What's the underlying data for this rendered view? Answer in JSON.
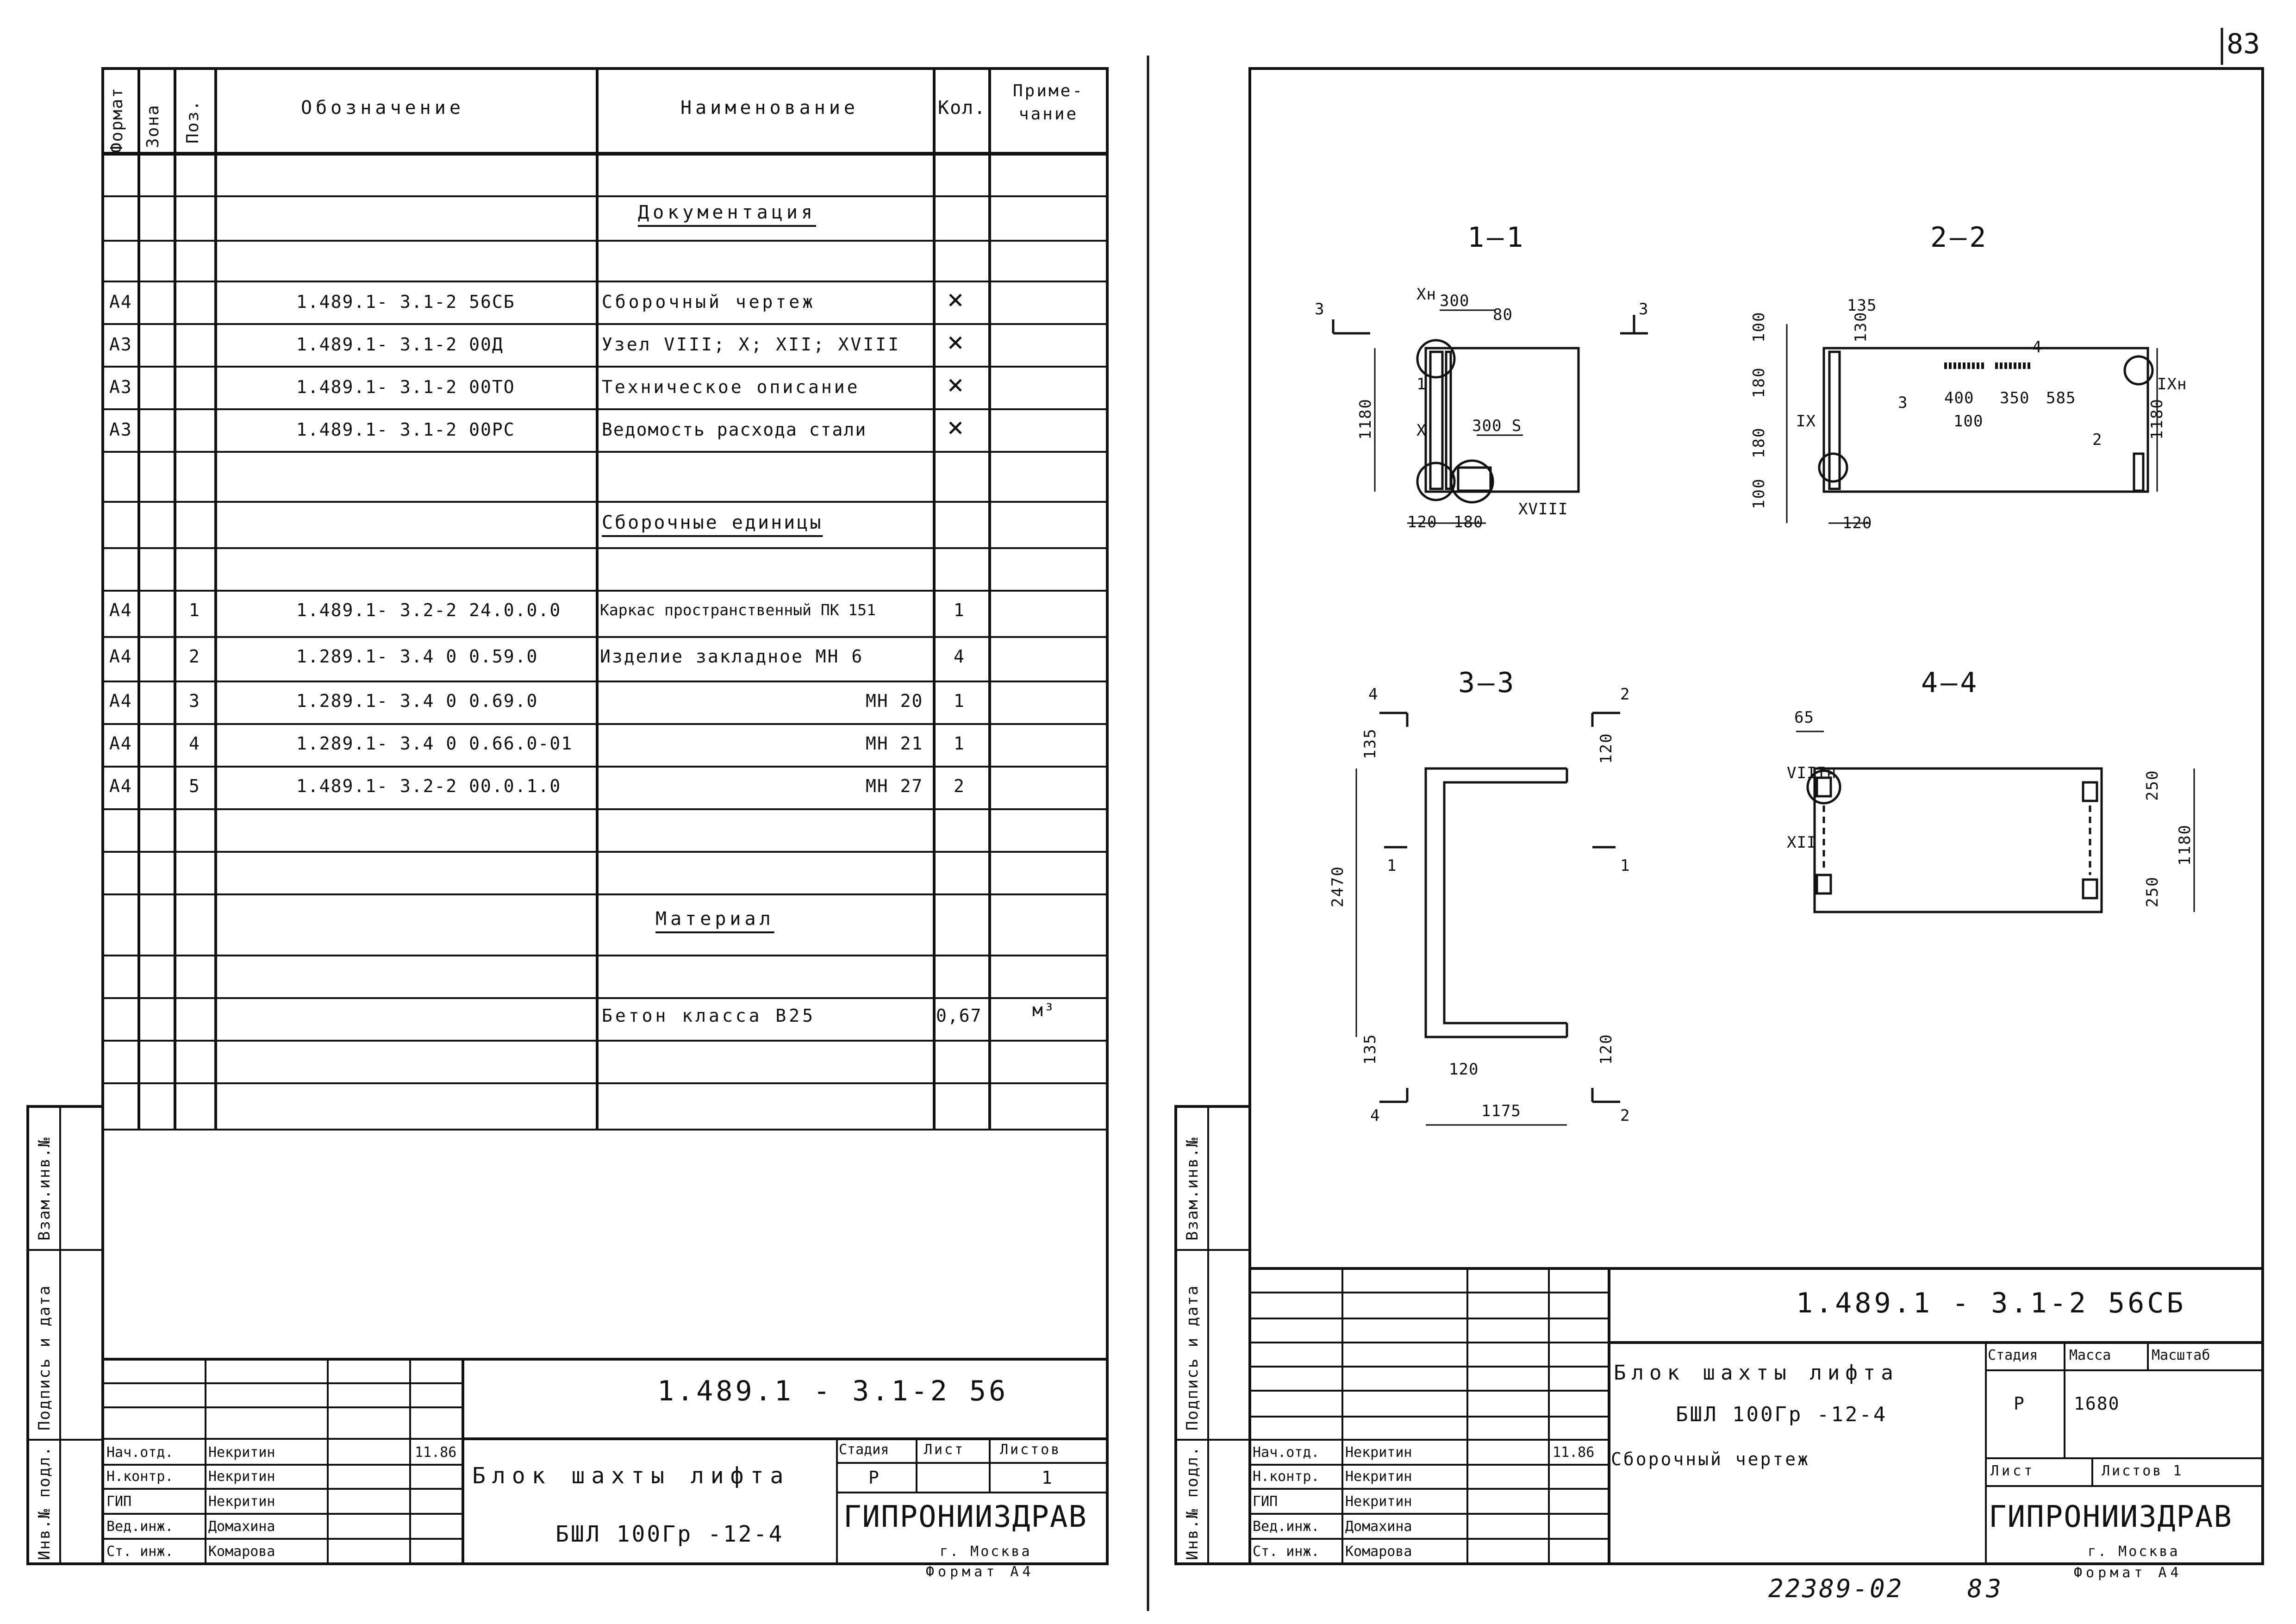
{
  "page_number": "83",
  "left_sheet": {
    "header": {
      "format": "Формат",
      "zone": "Зона",
      "pos": "Поз.",
      "designation": "Обозначение",
      "name": "Наименование",
      "qty": "Кол.",
      "note": "Приме-чание"
    },
    "sections": {
      "documentation": "Документация",
      "assembly_units": "Сборочные единицы",
      "material": "Материал"
    },
    "doc_rows": [
      {
        "format": "А4",
        "designation": "1.489.1- 3.1-2 56СБ",
        "name": "Сборочный чертеж",
        "mark": "×"
      },
      {
        "format": "А3",
        "designation": "1.489.1- 3.1-2 00Д",
        "name": "Узел VIII; X; XII; XVIII",
        "mark": "×"
      },
      {
        "format": "А3",
        "designation": "1.489.1- 3.1-2 00ТО",
        "name": "Техническое описание",
        "mark": "×"
      },
      {
        "format": "А3",
        "designation": "1.489.1- 3.1-2 00РС",
        "name": "Ведомость расхода стали",
        "mark": "×"
      }
    ],
    "unit_rows": [
      {
        "format": "А4",
        "pos": "1",
        "designation": "1.489.1- 3.2-2 24.0.0.0",
        "name": "Каркас пространственный ПК 151",
        "qty": "1"
      },
      {
        "format": "А4",
        "pos": "2",
        "designation": "1.289.1- 3.4 0 0.59.0",
        "name": "Изделие закладное  МН 6",
        "qty": "4"
      },
      {
        "format": "А4",
        "pos": "3",
        "designation": "1.289.1- 3.4 0 0.69.0",
        "name": "МН 20",
        "qty": "1"
      },
      {
        "format": "А4",
        "pos": "4",
        "designation": "1.289.1- 3.4 0 0.66.0-01",
        "name": "МН 21",
        "qty": "1"
      },
      {
        "format": "А4",
        "pos": "5",
        "designation": "1.489.1- 3.2-2 00.0.1.0",
        "name": "МН 27",
        "qty": "2"
      }
    ],
    "material_row": {
      "name": "Бетон   класса В25",
      "qty": "0,67",
      "note": "м³"
    },
    "side_labels": {
      "vzam": "Взам.инв.№",
      "podpis": "Подпись и дата",
      "inv": "Инв.№ подл."
    },
    "title_block": {
      "code": "1.489.1 - 3.1-2  56",
      "title1": "Блок  шахты  лифта",
      "title2": "БШЛ 100Гр -12-4",
      "stage_h": "Стадия",
      "sheet_h": "Лист",
      "sheets_h": "Листов",
      "stage": "Р",
      "sheet": "1",
      "org": "ГИПРОНИИЗДРАВ",
      "city": "г. Москва",
      "format": "Формат А4",
      "date": "11.86",
      "people": [
        {
          "role": "Нач.отд.",
          "name": "Некритин"
        },
        {
          "role": "Н.контр.",
          "name": "Некритин"
        },
        {
          "role": "ГИП",
          "name": "Некритин"
        },
        {
          "role": "Вед.инж.",
          "name": "Домахина"
        },
        {
          "role": "Ст. инж.",
          "name": "Комарова"
        }
      ]
    }
  },
  "right_sheet": {
    "sections": {
      "s11": "1—1",
      "s22": "2—2",
      "s33": "3—3",
      "s44": "4—4"
    },
    "dims": {
      "d300": "300",
      "d80": "80",
      "d1180": "1180",
      "d120": "120",
      "d180": "180",
      "d130": "130",
      "d100": "100",
      "d135": "135",
      "d400": "400",
      "d350": "350",
      "d585": "585",
      "d2470": "2470",
      "d1175": "1175",
      "d65": "65",
      "d250": "250",
      "d300s": "300 S"
    },
    "marks": {
      "m1": "1",
      "m2": "2",
      "m3": "3",
      "m4": "4",
      "mX": "X",
      "mXn": "Xн",
      "mXVIII": "XVIII",
      "mIX": "IX",
      "mIXn": "IXн",
      "mVIIIn": "VIIIн",
      "mXII": "XII"
    },
    "side_labels": {
      "vzam": "Взам.инв.№",
      "podpis": "Подпись и дата",
      "inv": "Инв.№ подл."
    },
    "title_block": {
      "code": "1.489.1 - 3.1-2  56СБ",
      "title1": "Блок  шахты  лифта",
      "title2": "БШЛ 100Гр -12-4",
      "title3": "Сборочный     чертеж",
      "stage_h": "Стадия",
      "mass_h": "Масса",
      "scale_h": "Масштаб",
      "stage": "Р",
      "mass": "1680",
      "sheet_h": "Лист",
      "sheets_h": "Листов 1",
      "org": "ГИПРОНИИЗДРАВ",
      "city": "г. Москва",
      "format": "Формат А4",
      "date": "11.86",
      "people": [
        {
          "role": "Нач.отд.",
          "name": "Некритин"
        },
        {
          "role": "Н.контр.",
          "name": "Некритин"
        },
        {
          "role": "ГИП",
          "name": "Некритин"
        },
        {
          "role": "Вед.инж.",
          "name": "Домахина"
        },
        {
          "role": "Ст. инж.",
          "name": "Комарова"
        }
      ]
    },
    "bottom_note": "22389-02",
    "bottom_page": "83"
  }
}
